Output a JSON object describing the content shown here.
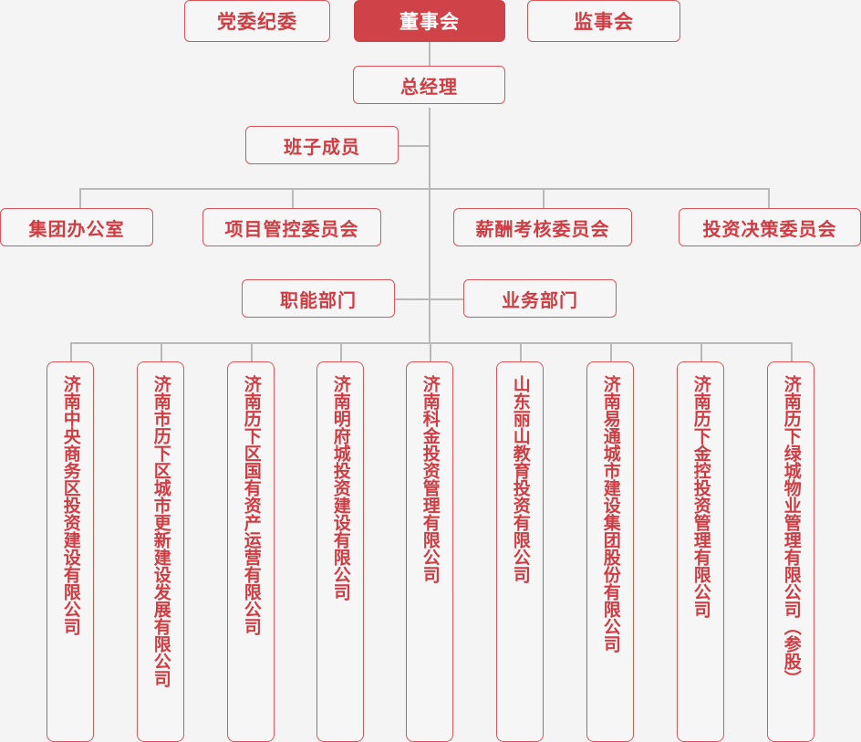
{
  "theme": {
    "background": "#f4f4f4",
    "accent": "#cf3c42",
    "accent_filled": "#cf4248",
    "border": "#d9555b",
    "line": "#b9b9b9",
    "text_on_accent": "#ffffff"
  },
  "chart_title": "",
  "level1": [
    {
      "label": "党委纪委",
      "highlighted": false
    },
    {
      "label": "董事会",
      "highlighted": true
    },
    {
      "label": "监事会",
      "highlighted": false
    }
  ],
  "level2": [
    {
      "label": "总经理"
    }
  ],
  "level3": [
    {
      "label": "班子成员"
    }
  ],
  "committees": [
    {
      "label": "集团办公室"
    },
    {
      "label": "项目管控委员会"
    },
    {
      "label": "薪酬考核委员会"
    },
    {
      "label": "投资决策委员会"
    }
  ],
  "departments": [
    {
      "label": "职能部门"
    },
    {
      "label": "业务部门"
    }
  ],
  "companies": [
    {
      "label": "济南中央商务区投资建设有限公司"
    },
    {
      "label": "济南市历下区城市更新建设发展有限公司"
    },
    {
      "label": "济南历下区国有资产运营有限公司"
    },
    {
      "label": "济南明府城投资建设有限公司"
    },
    {
      "label": "济南科金投资管理有限公司"
    },
    {
      "label": "山东丽山教育投资有限公司"
    },
    {
      "label": "济南易通城市建设集团股份有限公司"
    },
    {
      "label": "济南历下金控投资管理有限公司"
    },
    {
      "label": "济南历下绿城物业管理有限公司（参股）"
    }
  ]
}
